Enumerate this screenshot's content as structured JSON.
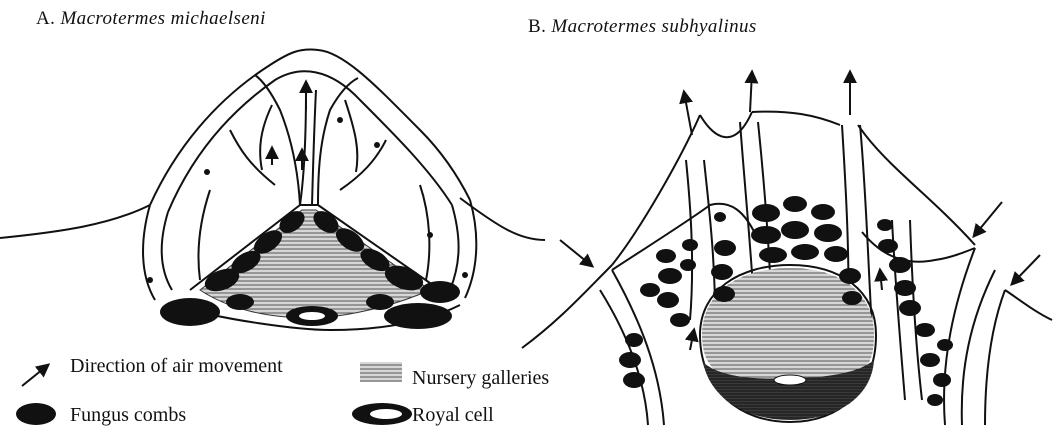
{
  "panel_a": {
    "label": "A.",
    "species": "Macrotermes michaelseni"
  },
  "panel_b": {
    "label": "B.",
    "species": "Macrotermes subhyalinus"
  },
  "legend": {
    "air": "Direction of air movement",
    "nursery": "Nursery galleries",
    "fungus": "Fungus combs",
    "royal": "Royal cell"
  }
}
